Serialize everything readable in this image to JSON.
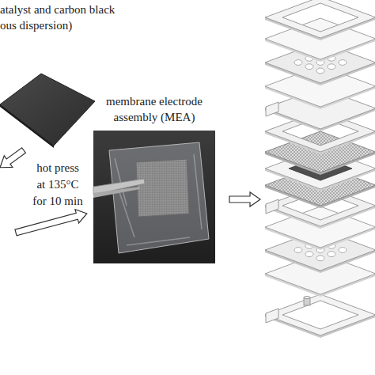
{
  "diagram": {
    "nodes": [
      {
        "text": [
          "membrane electrode assembly (MEA)"
        ]
      }
    ],
    "labels": [
      "atalyst and carbon black ous dispersion)",
      "hot press at 135°C for 10 min"
    ]
  }
}
